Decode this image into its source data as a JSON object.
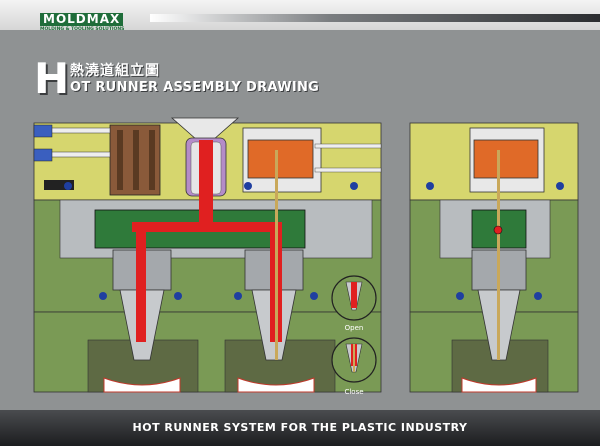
{
  "header": {
    "brand": "MOLDMAX",
    "tagline": "MOLDING & TOOLING SOLUTIONS"
  },
  "title": {
    "initial": "H",
    "chinese": "熱澆道組立圖",
    "english": "OT RUNNER ASSEMBLY DRAWING"
  },
  "labels": {
    "open": "Open",
    "close": "Close"
  },
  "footer": {
    "text": "HOT RUNNER SYSTEM FOR THE PLASTIC INDUSTRY"
  },
  "colors": {
    "background": "#8f9293",
    "yellow_plate": "#d6d66e",
    "green_plate": "#7a9a55",
    "dark_green_manifold": "#2f7a3a",
    "melt_channel": "#e02020",
    "nozzle_steel": "#9ca0a4",
    "cavity": "#6f7a50",
    "orange_actuator": "#e06a28",
    "bolt_blue": "#1f3fa0"
  }
}
